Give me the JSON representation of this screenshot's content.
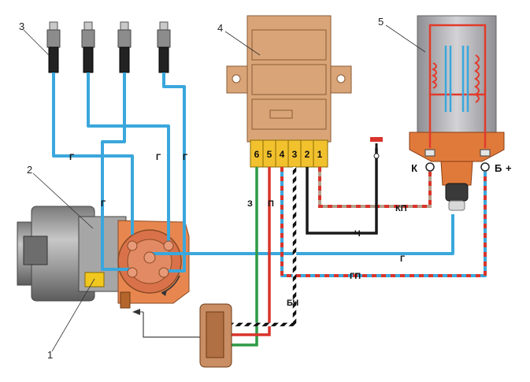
{
  "callouts": {
    "n1": "1",
    "n2": "2",
    "n3": "3",
    "n4": "4",
    "n5": "5"
  },
  "pins": [
    "6",
    "5",
    "4",
    "3",
    "2",
    "1"
  ],
  "wire_labels": {
    "g1": "Г",
    "g2": "Г",
    "g3": "Г",
    "g4": "Г",
    "g5": "Г",
    "z": "З",
    "p": "П",
    "ch": "Ч",
    "kp": "КП",
    "gp": "ГП",
    "bch": "БЧ"
  },
  "coil_terminals": {
    "k": "К",
    "b": "Б",
    "plus": "+"
  },
  "colors": {
    "blue": "#3aa7dc",
    "red": "#d9342b",
    "green": "#2e9a45",
    "black": "#1a1a1a",
    "module": "#d9a578",
    "module_edge": "#8a5a36",
    "connector": "#f2c12e",
    "coil_body": "#b9b9bd",
    "coil_base": "#e07a3a",
    "distributor": "#8c8c8c",
    "cap": "#e8875a",
    "sensor": "#f2c81e",
    "plug": "#c98e63"
  }
}
